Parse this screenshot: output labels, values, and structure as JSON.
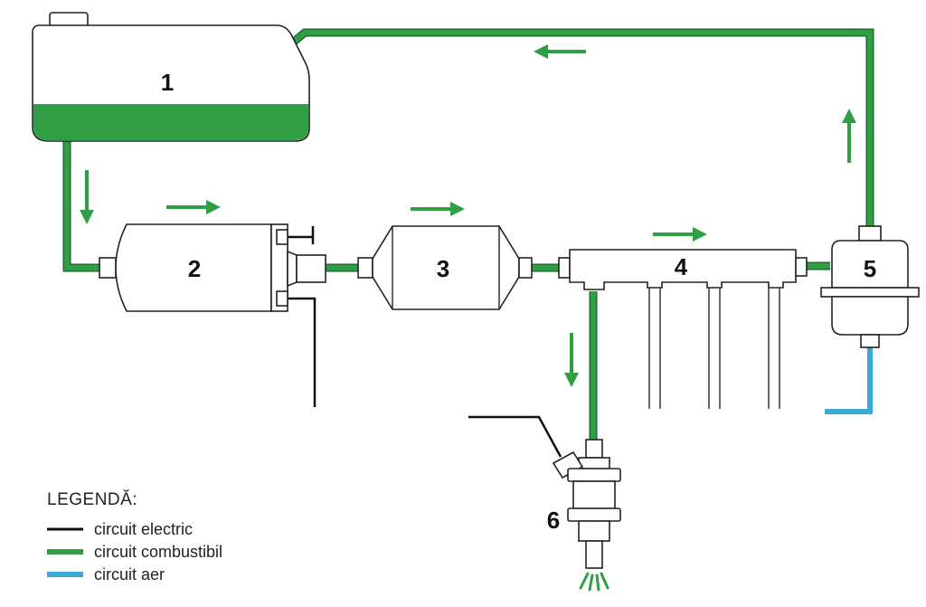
{
  "colors": {
    "fuel": "#2f9e44",
    "fuel_dark": "#1f6b2d",
    "electric": "#111111",
    "air": "#3aa8d8",
    "arrow": "#2f9e44"
  },
  "components": [
    {
      "id": "tank",
      "label": "1"
    },
    {
      "id": "pump",
      "label": "2"
    },
    {
      "id": "filter",
      "label": "3"
    },
    {
      "id": "rail",
      "label": "4"
    },
    {
      "id": "regulator",
      "label": "5"
    },
    {
      "id": "injector",
      "label": "6"
    }
  ],
  "legend": {
    "title": "LEGENDĂ:",
    "items": [
      {
        "label": "circuit electric",
        "color": "#111111"
      },
      {
        "label": "circuit combustibil",
        "color": "#2f9e44"
      },
      {
        "label": "circuit aer",
        "color": "#3aa8d8"
      }
    ]
  }
}
